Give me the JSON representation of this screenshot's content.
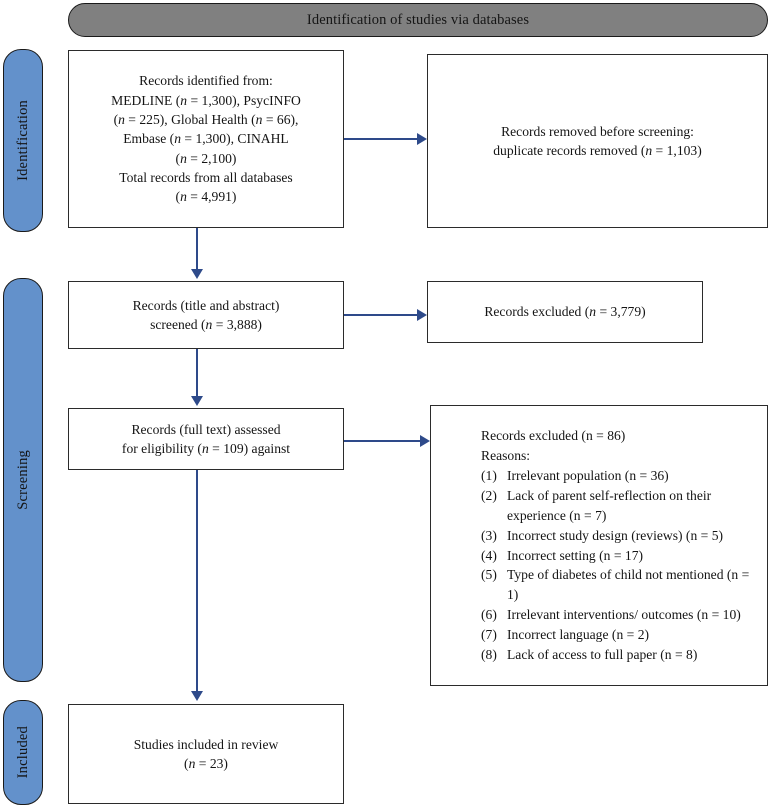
{
  "header": {
    "title": "Identification of studies via databases"
  },
  "stages": [
    {
      "id": "identification",
      "label": "Identification"
    },
    {
      "id": "screening",
      "label": "Screening"
    },
    {
      "id": "included",
      "label": "Included"
    }
  ],
  "boxes": {
    "identified": {
      "lines": [
        "Records identified from:",
        "MEDLINE (n = 1,300), PsycINFO",
        "(n = 225), Global Health (n = 66),",
        "Embase (n = 1,300), CINAHL",
        "(n = 2,100)",
        "Total records from all databases",
        "(n = 4,991)"
      ]
    },
    "duplicates": {
      "lines": [
        "Records removed before screening:",
        "duplicate records removed (n = 1,103)"
      ]
    },
    "screened": {
      "lines": [
        "Records (title and abstract)",
        "screened (n = 3,888)"
      ]
    },
    "excluded_screen": {
      "lines": [
        "Records excluded (n = 3,779)"
      ]
    },
    "fulltext": {
      "lines": [
        "Records (full text) assessed",
        "for eligibility (n = 109) against"
      ]
    },
    "excluded_full": {
      "heading_lines": [
        "Records excluded (n = 86)",
        "Reasons:"
      ],
      "reasons": [
        {
          "num": "(1)",
          "text": "Irrelevant population (n = 36)"
        },
        {
          "num": "(2)",
          "text": "Lack of parent self-reflection on their experience (n = 7)"
        },
        {
          "num": "(3)",
          "text": "Incorrect study design (reviews) (n = 5)"
        },
        {
          "num": "(4)",
          "text": "Incorrect setting (n = 17)"
        },
        {
          "num": "(5)",
          "text": "Type of diabetes of child not mentioned (n = 1)"
        },
        {
          "num": "(6)",
          "text": "Irrelevant interventions/ outcomes (n = 10)"
        },
        {
          "num": "(7)",
          "text": "Incorrect language (n = 2)"
        },
        {
          "num": "(8)",
          "text": "Lack of access to full paper (n = 8)"
        }
      ]
    },
    "included": {
      "lines": [
        "Studies included in review",
        "(n = 23)"
      ]
    }
  },
  "colors": {
    "header_band": "#808080",
    "stage_band": "#6391cb",
    "connector": "#2e4a8a",
    "box_border": "#2b2b2b"
  }
}
